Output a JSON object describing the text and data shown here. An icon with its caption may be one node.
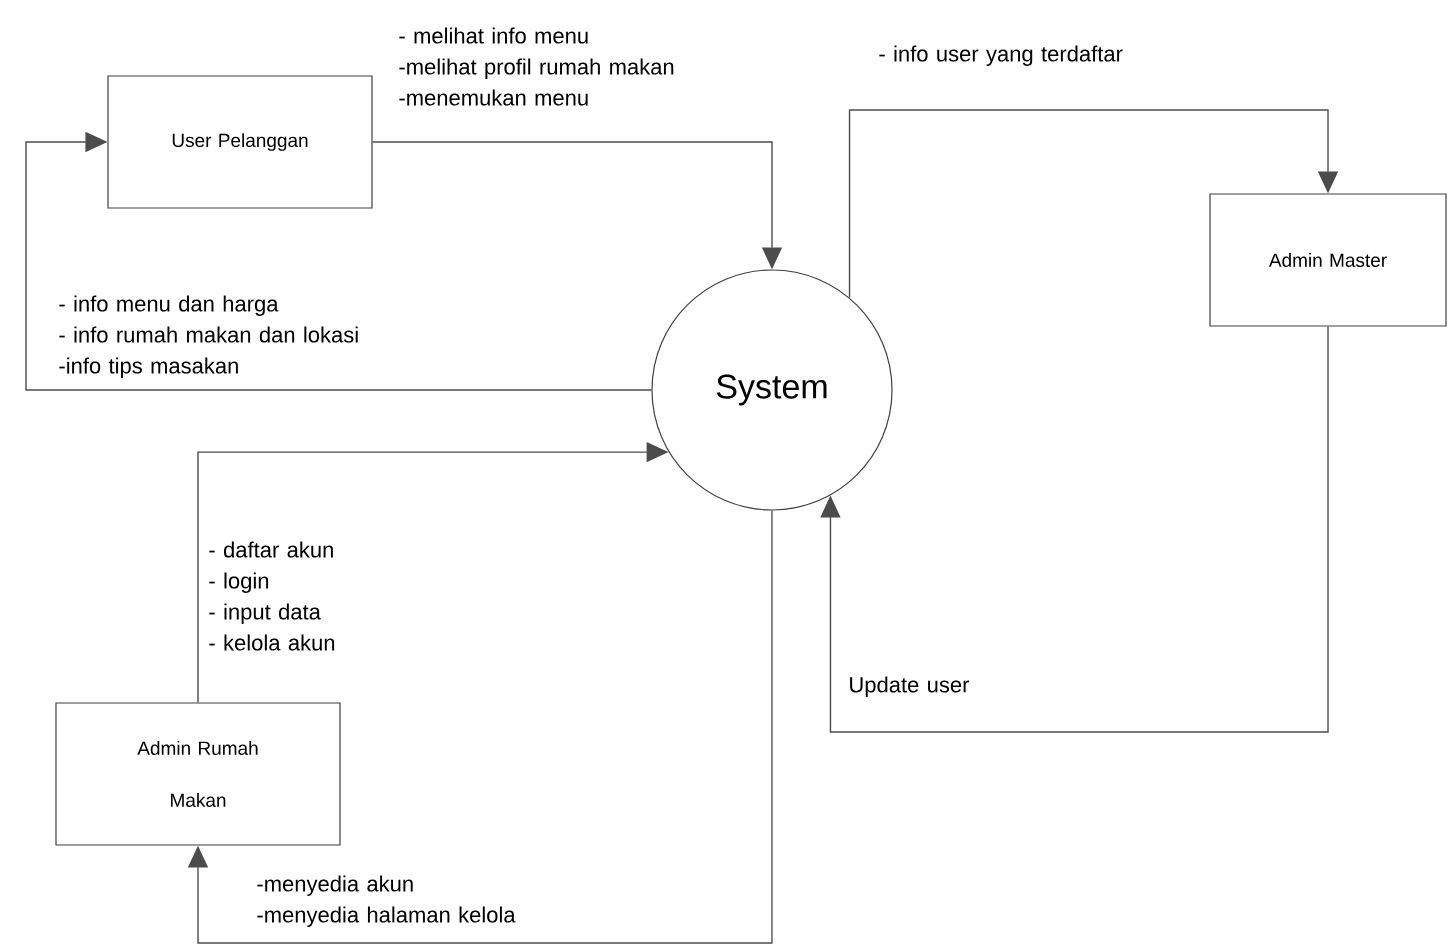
{
  "diagram": {
    "nodes": [
      {
        "text": [
          "User Pelanggan"
        ]
      },
      {
        "text": [
          "System"
        ]
      },
      {
        "text": [
          "Admin Master"
        ]
      },
      {
        "text": [
          "Admin Rumah Makan"
        ]
      }
    ],
    "edges": [
      {
        "from": 0,
        "to": 1,
        "arrow": "to",
        "label": "- melihat info menu -melihat profil rumah makan -menemukan menu"
      },
      {
        "from": 1,
        "to": 0,
        "arrow": "to",
        "label": "- info menu dan harga - info rumah makan dan lokasi -info tips masakan"
      },
      {
        "from": 1,
        "to": 2,
        "arrow": "to",
        "label": "- info user yang terdaftar"
      },
      {
        "from": 2,
        "to": 1,
        "arrow": "to",
        "label": "Update user"
      },
      {
        "from": 3,
        "to": 1,
        "arrow": "to",
        "label": "- daftar akun - login - input data - kelola akun"
      },
      {
        "from": 1,
        "to": 3,
        "arrow": "to",
        "label": "-menyedia akun -menyedia halaman kelola"
      }
    ]
  }
}
